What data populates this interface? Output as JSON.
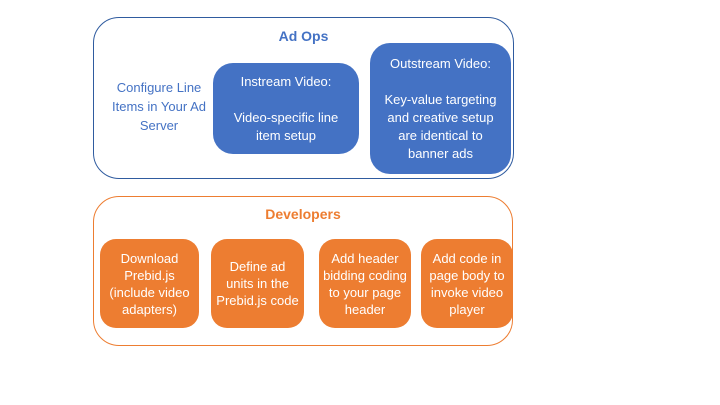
{
  "colors": {
    "blue_fill": "#4472C4",
    "blue_border": "#2F5B9F",
    "blue_text": "#4472C4",
    "orange": "#ED7D31",
    "box_text": "#FFFFFF",
    "background": "#FFFFFF"
  },
  "ad_ops": {
    "title": "Ad Ops",
    "side_label": "Configure Line Items in Your Ad Server",
    "boxes": [
      {
        "title": "Instream Video:",
        "body": "Video-specific line item setup"
      },
      {
        "title": "Outstream Video:",
        "body": "Key-value targeting and creative setup are identical to banner ads"
      }
    ]
  },
  "developers": {
    "title": "Developers",
    "boxes": [
      {
        "label": "Download Prebid.js (include video adapters)"
      },
      {
        "label": "Define ad units in the Prebid.js code"
      },
      {
        "label": "Add header bidding coding to your page header"
      },
      {
        "label": "Add code in page body to invoke video player"
      }
    ]
  }
}
